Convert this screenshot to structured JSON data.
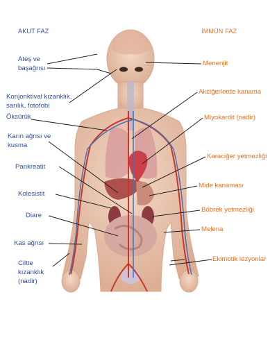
{
  "headers": {
    "acute": "AKUT FAZ",
    "immune": "İMMÜN FAZ"
  },
  "left_labels": {
    "fever": [
      "Ateş ve",
      "başağrısı"
    ],
    "conjunctival": [
      "Konjonktival kızanklık,",
      "sarılık, fotofobi"
    ],
    "cough": "Öksürük",
    "abdominal": [
      "Karın ağrısı ve",
      "kusma"
    ],
    "pancreatitis": "Pankreatit",
    "cholecystitis": "Kolesistit",
    "diarrhea": "Diare",
    "muscle": "Kas ağrısı",
    "skin": [
      "Ciltte",
      "kızanklık",
      "(nadir)"
    ]
  },
  "right_labels": {
    "meningitis": "Menenjit",
    "lung_bleeding": "Akciğerlerde kanama",
    "myocarditis": "Miyokardit (nadir)",
    "liver_failure": "Karaciğer yetmezliği",
    "gastric_bleeding": "Mide kanaması",
    "kidney_failure": "Böbrek yetmezliği",
    "melena": "Melena",
    "ecchymotic": "Ekimotik lezyonlar"
  },
  "colors": {
    "acute_text": "#2f4f9a",
    "immune_text": "#ee6f1a",
    "skin": "#e8c4ad",
    "artery": "#c8392b",
    "vein": "#4a6fb5"
  }
}
